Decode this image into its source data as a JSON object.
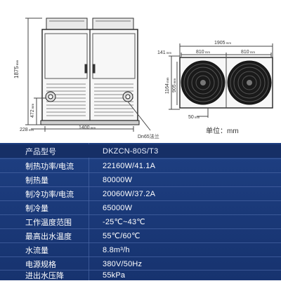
{
  "drawing": {
    "front": {
      "height_label": "1875",
      "height_unit": "mm",
      "sub_height_label": "472",
      "sub_height_unit": "mm",
      "foot_offset_label": "228",
      "foot_offset_unit": "mm",
      "width_label": "1400",
      "width_unit": "mm",
      "pipe_note": "Dn65法兰"
    },
    "top": {
      "overall_width_label": "1905",
      "overall_width_unit": "mm",
      "offset_label": "141",
      "offset_unit": "mm",
      "fan_left_label": "810",
      "fan_right_label": "810",
      "fan_unit": "mm",
      "depth_outer_label": "1164",
      "depth_outer_unit": "mm",
      "depth_inner_label": "905",
      "depth_inner_unit": "mm",
      "foot_label": "50",
      "foot_unit": "mm"
    },
    "unit_note": "单位：mm"
  },
  "specs": {
    "header": {
      "label": "产品型号",
      "value": "DKZCN-80S/T3"
    },
    "rows": [
      {
        "label": "制热功率/电流",
        "value": "22160W/41.1A"
      },
      {
        "label": "制热量",
        "value": "80000W"
      },
      {
        "label": "制冷功率/电流",
        "value": "20060W/37.2A"
      },
      {
        "label": "制冷量",
        "value": "65000W"
      },
      {
        "label": "工作温度范围",
        "value": "-25℃~43℃"
      },
      {
        "label": "最高出水温度",
        "value": "55℃/60℃"
      },
      {
        "label": "水流量",
        "value": "8.8m³/h"
      },
      {
        "label": "电源规格",
        "value": "380V/50Hz"
      },
      {
        "label": "进出水压降",
        "value": "55kPa"
      }
    ]
  },
  "colors": {
    "table_bg": "#1e3f82",
    "header_bg": "#162f66",
    "line": "#333333"
  }
}
